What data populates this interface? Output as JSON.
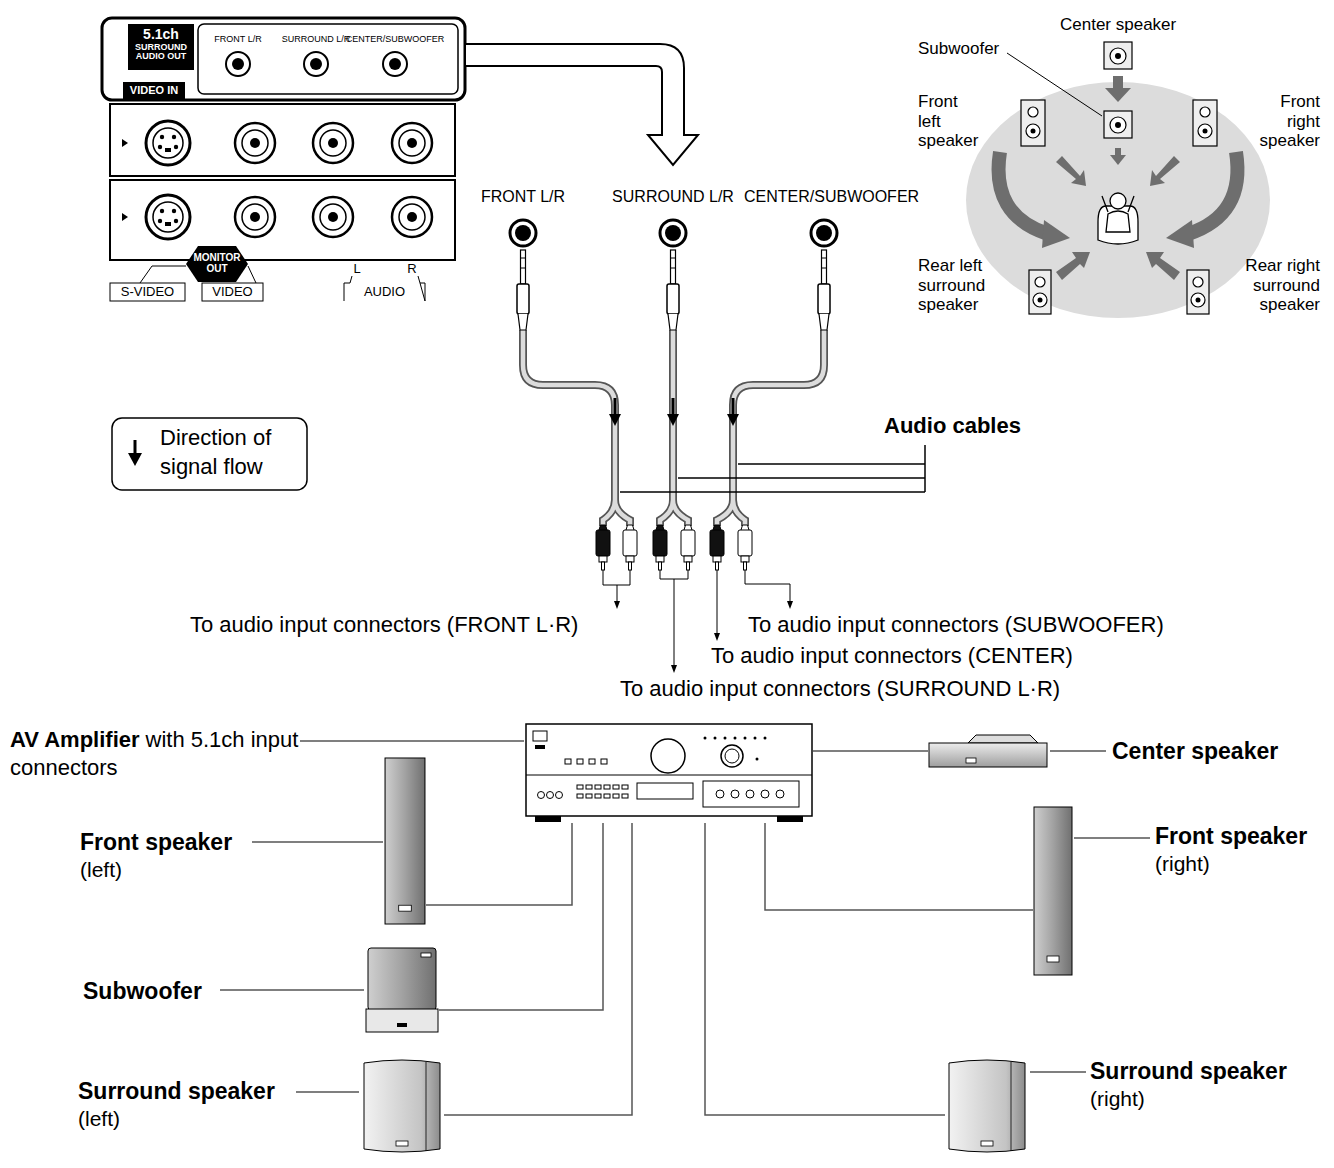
{
  "diagram": {
    "nodes": [
      {
        "text": [
          "AV Amplifier",
          "with 5.1ch input connectors"
        ]
      },
      {
        "text": [
          "Center speaker"
        ]
      },
      {
        "text": [
          "Front speaker",
          "(left)"
        ]
      },
      {
        "text": [
          "Front speaker",
          "(right)"
        ]
      },
      {
        "text": [
          "Subwoofer"
        ]
      },
      {
        "text": [
          "Surround speaker",
          "(left)"
        ]
      },
      {
        "text": [
          "Surround speaker",
          "(right)"
        ]
      }
    ],
    "edges": [
      {
        "from": 0,
        "to": 1,
        "arrow": "none"
      },
      {
        "from": 0,
        "to": 2,
        "arrow": "none"
      },
      {
        "from": 0,
        "to": 3,
        "arrow": "none"
      },
      {
        "from": 0,
        "to": 4,
        "arrow": "none"
      },
      {
        "from": 0,
        "to": 5,
        "arrow": "none"
      },
      {
        "from": 0,
        "to": 6,
        "arrow": "none"
      }
    ],
    "labels": [
      "5.1ch",
      "SURROUND AUDIO OUT",
      "FRONT L/R",
      "SURROUND L/R",
      "CENTER/SUBWOOFER",
      "VIDEO IN",
      "MONITOR OUT",
      "S-VIDEO",
      "VIDEO",
      "L",
      "R",
      "AUDIO",
      "FRONT L/R",
      "SURROUND L/R",
      "CENTER/SUBWOOFER",
      "Audio cables",
      "To audio input connectors (FRONT L·R)",
      "To audio input connectors (SUBWOOFER)",
      "To audio input connectors (CENTER)",
      "To audio input connectors (SURROUND L·R)",
      "Center speaker",
      "Subwoofer",
      "Front left speaker",
      "Front right speaker",
      "Rear left surround speaker",
      "Rear right surround speaker"
    ],
    "legend": [
      {
        "text": "Direction of signal flow"
      }
    ]
  }
}
